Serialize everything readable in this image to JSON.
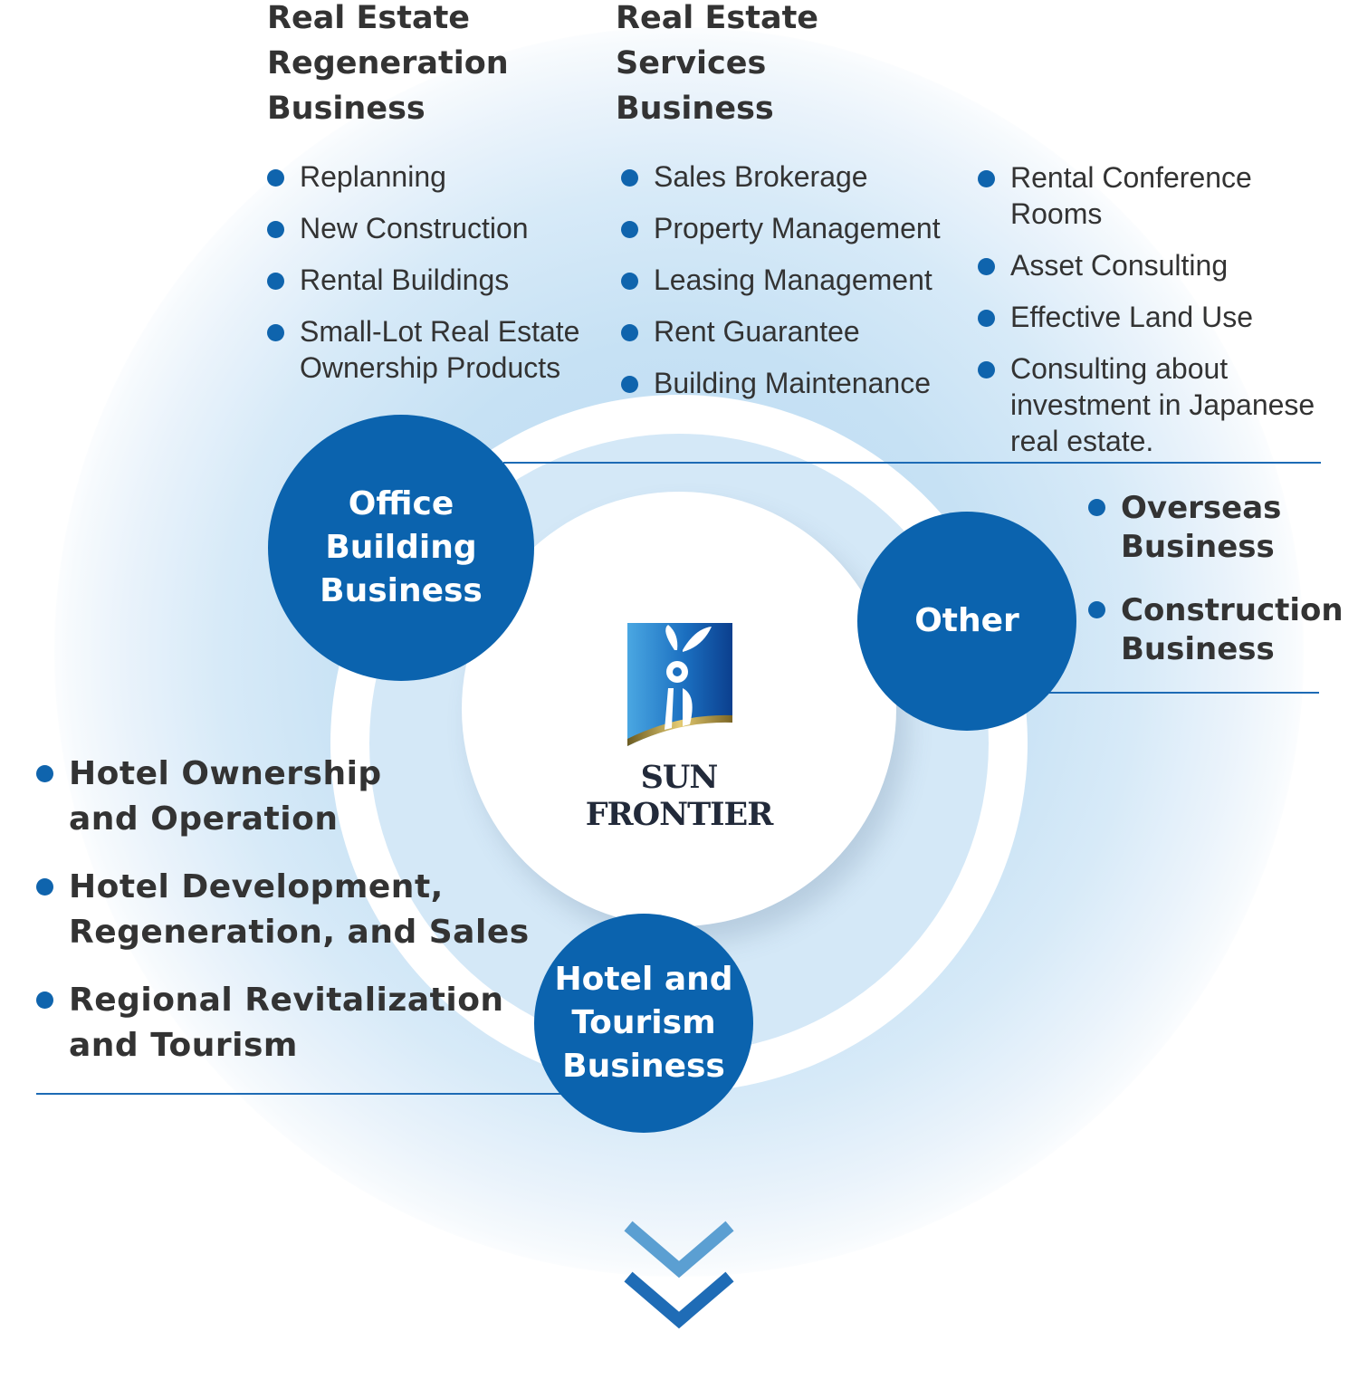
{
  "center": {
    "brand": "SUN FRONTIER"
  },
  "regeneration": {
    "title": [
      "Real Estate",
      "Regeneration",
      "Business"
    ],
    "items": [
      "Replanning",
      "New Construction",
      "Rental Buildings",
      "Small-Lot Real Estate\nOwnership Products"
    ]
  },
  "services": {
    "title": [
      "Real Estate",
      "Services",
      "Business"
    ],
    "items_left": [
      "Sales Brokerage",
      "Property Management",
      "Leasing Management",
      "Rent Guarantee",
      "Building Maintenance"
    ],
    "items_right": [
      "Rental Conference Rooms",
      "Asset Consulting",
      "Effective Land Use",
      "Consulting about\ninvestment in  Japanese\nreal estate."
    ]
  },
  "office": {
    "label": "Office\nBuilding\nBusiness"
  },
  "other": {
    "label": "Other",
    "items": [
      "Overseas\nBusiness",
      "Construction\nBusiness"
    ]
  },
  "hotel": {
    "label": "Hotel and\nTourism\nBusiness",
    "items": [
      "Hotel Ownership\nand Operation",
      "Hotel Development,\nRegeneration, and Sales",
      "Regional Revitalization\nand Tourism"
    ]
  },
  "colors": {
    "accent": "#0b63ae",
    "line": "#1d6bb5",
    "glow": "#c6e1f4",
    "text": "#333333"
  },
  "icons": {
    "brand_logo": "sun-frontier-logo-icon",
    "scroll": "double-chevron-down-icon"
  }
}
